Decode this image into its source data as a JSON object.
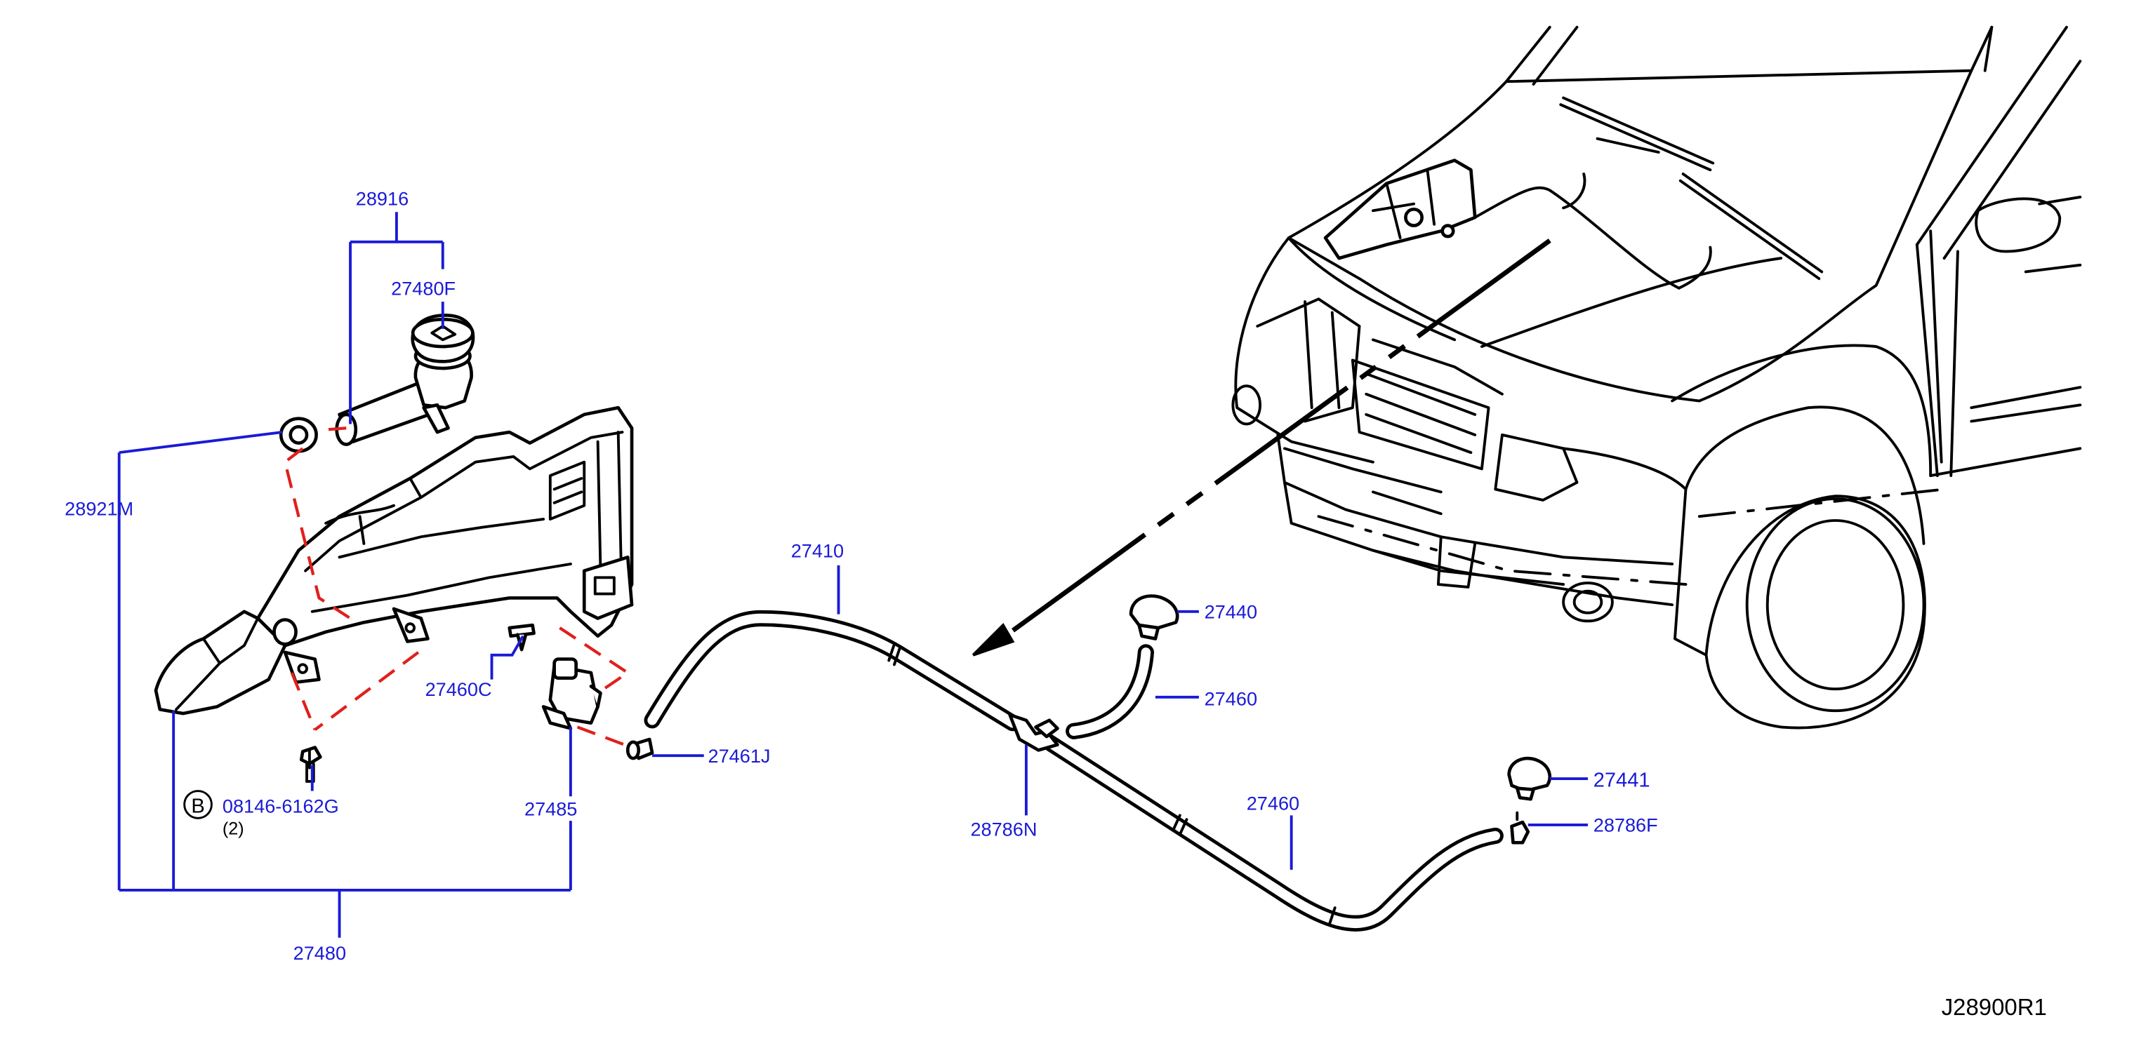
{
  "diagram_code": "J28900R1",
  "bolt_symbol": "B",
  "colors": {
    "label": "#1a1ad6",
    "leader": "#1a1ad6",
    "line": "#000000",
    "alignment": "#e0201c"
  },
  "labels": {
    "p28916": "28916",
    "p27480F": "27480F",
    "p28921M": "28921M",
    "p27460C": "27460C",
    "p08146": "08146-6162G",
    "qty": "(2)",
    "p27485": "27485",
    "p27480": "27480",
    "p27461J": "27461J",
    "p27410": "27410",
    "p27440": "27440",
    "p27460a": "27460",
    "p28786N": "28786N",
    "p27460b": "27460",
    "p27441": "27441",
    "p28786F": "28786F"
  }
}
